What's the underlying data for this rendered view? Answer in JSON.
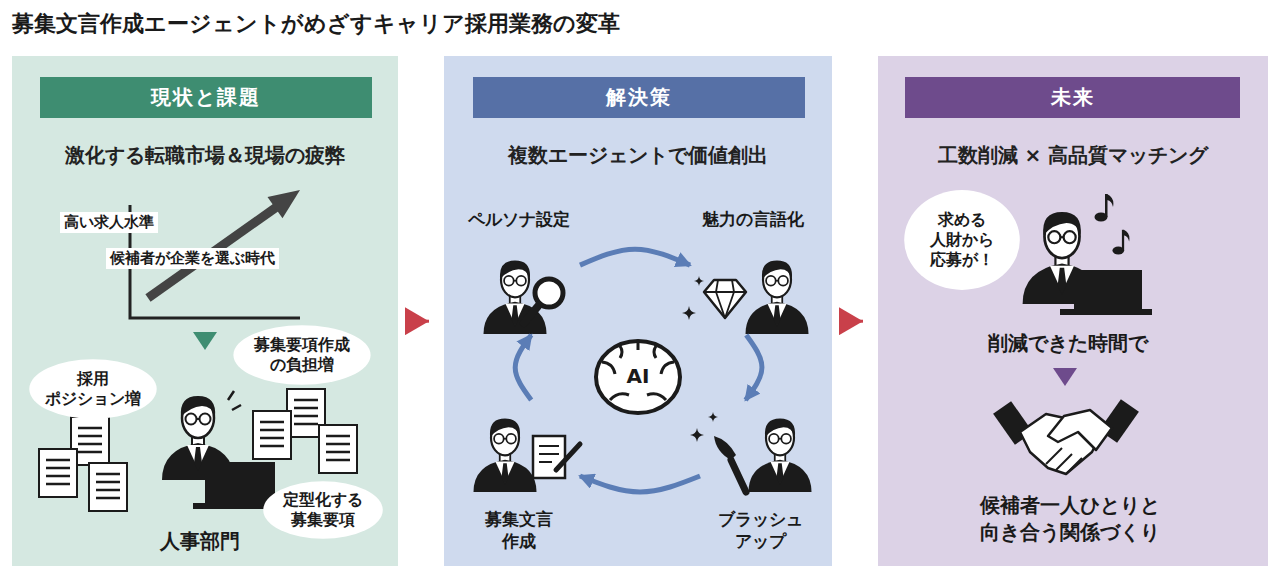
{
  "diagram": {
    "title": "募集文言作成エージェントがめざすキャリア採用業務の変革",
    "nodes": [
      {
        "text": [
          "激化する転職市場＆現場の疲弊"
        ]
      },
      {
        "text": [
          "現状と課題"
        ],
        "in": 0
      },
      {
        "text": [
          "採用 ポジション増"
        ],
        "in": 0
      },
      {
        "text": [
          "募集要項作成 の負担増"
        ],
        "in": 0
      },
      {
        "text": [
          "定型化する 募集要項"
        ],
        "in": 0
      },
      {
        "text": [
          "複数エージェントで価値創出"
        ]
      },
      {
        "text": [
          "解決策"
        ],
        "in": 5
      },
      {
        "text": [
          "ペルソナ設定"
        ],
        "in": 5
      },
      {
        "text": [
          "魅力の言語化"
        ],
        "in": 5
      },
      {
        "text": [
          "募集文言 作成"
        ],
        "in": 5
      },
      {
        "text": [
          "ブラッシュ アップ"
        ],
        "in": 5
      },
      {
        "text": [
          "工数削減 × 高品質マッチング"
        ]
      },
      {
        "text": [
          "未来"
        ],
        "in": 11
      },
      {
        "text": [
          "求める 人財から 応募が！"
        ],
        "in": 11
      }
    ],
    "edges": [
      {
        "from": 0,
        "to": 5,
        "arrow": "to"
      },
      {
        "from": 5,
        "to": 11,
        "arrow": "to"
      },
      {
        "from": 7,
        "to": 8,
        "arrow": "to"
      },
      {
        "from": 8,
        "to": 10,
        "arrow": "to"
      },
      {
        "from": 10,
        "to": 9,
        "arrow": "to"
      },
      {
        "from": 9,
        "to": 7,
        "arrow": "to"
      }
    ],
    "labels": [
      "高い求人水準",
      "候補者が企業を選ぶ時代",
      "人事部門",
      "AI",
      "削減できた時間で",
      "候補者一人ひとりと 向き合う関係づくり"
    ]
  }
}
